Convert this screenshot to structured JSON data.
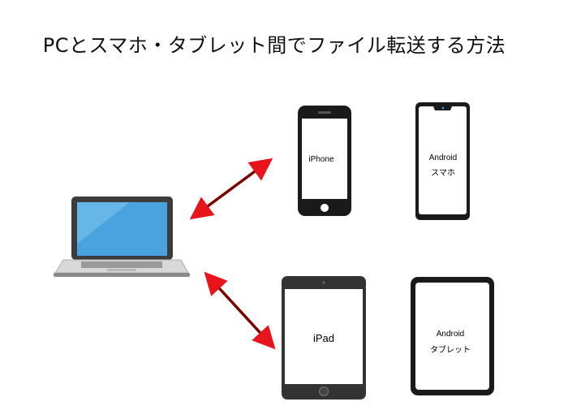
{
  "title": "PCとスマホ・タブレット間でファイル転送する方法",
  "devices": {
    "iphone": {
      "label": "iPhone"
    },
    "android_phone": {
      "line1": "Android",
      "line2": "スマホ"
    },
    "ipad": {
      "label": "iPad"
    },
    "android_tablet": {
      "line1": "Android",
      "line2": "タブレット"
    }
  },
  "colors": {
    "arrow": "#e8141b",
    "device_frame": "#1a1a1a",
    "ipad_frame": "#333333",
    "laptop_screen": "#4aa3df"
  }
}
